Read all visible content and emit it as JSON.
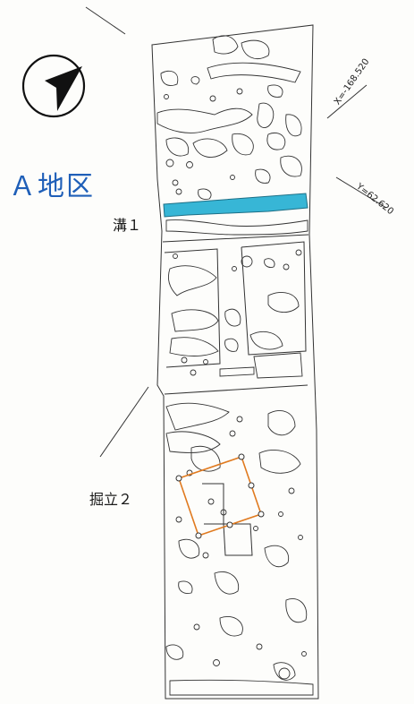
{
  "area_title": "Ａ地区",
  "features": {
    "ditch_label": "溝１",
    "post_building_label": "掘立２"
  },
  "grid": {
    "x_coord": "X=-168.520",
    "y_coord": "Y=62.620"
  },
  "north_arrow_icon": "north-arrow-icon",
  "colors": {
    "ditch_fill": "#37b6d6",
    "post_building_line": "#e07a1f",
    "title_text": "#1f5fb8",
    "outline": "#333333"
  }
}
